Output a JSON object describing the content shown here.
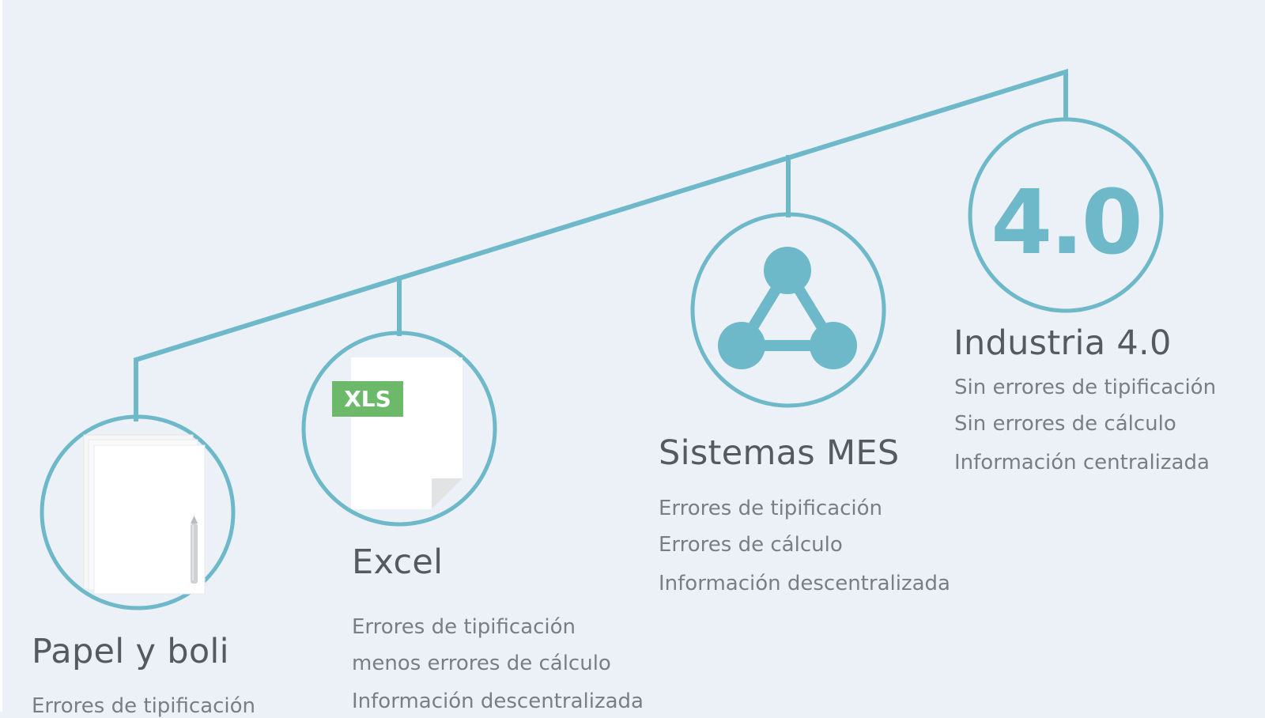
{
  "diagram": {
    "accent_color": "#6db8c9",
    "stages": [
      {
        "id": "papel",
        "icon": "paper-and-pen-icon",
        "title": "Papel y boli",
        "items": [
          "Errores de tipificación"
        ]
      },
      {
        "id": "excel",
        "icon": "xls-file-icon",
        "icon_text": "XLS",
        "title": "Excel",
        "items": [
          "Errores de tipificación",
          "menos errores de cálculo",
          "Información descentralizada"
        ]
      },
      {
        "id": "mes",
        "icon": "network-triangle-icon",
        "title": "Sistemas MES",
        "items": [
          "Errores de tipificación",
          "Errores de cálculo",
          "Información descentralizada"
        ]
      },
      {
        "id": "industria",
        "icon": "industry-4-0-icon",
        "icon_text": "4.0",
        "title": "Industria 4.0",
        "items": [
          "Sin errores de tipificación",
          "Sin errores de cálculo",
          "Información centralizada"
        ]
      }
    ]
  }
}
